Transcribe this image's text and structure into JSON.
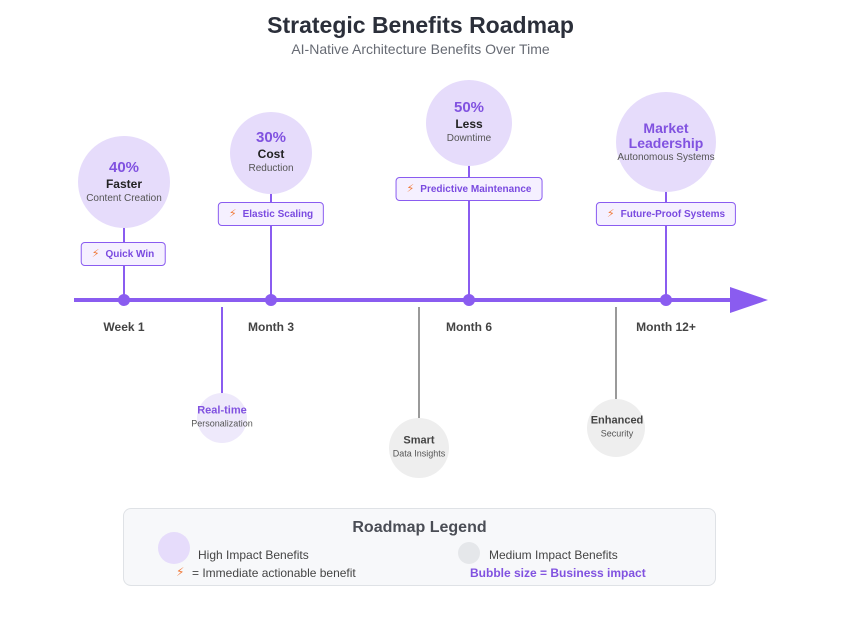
{
  "header": {
    "title": "Strategic Benefits Roadmap",
    "subtitle": "AI-Native Architecture Benefits Over Time"
  },
  "milestones": [
    {
      "label": "Week 1"
    },
    {
      "label": "Month 3"
    },
    {
      "label": "Month 6"
    },
    {
      "label": "Month 12+"
    }
  ],
  "high_benefits": [
    {
      "metric": "40%",
      "word": "Faster",
      "desc": "Content Creation",
      "tag": "Quick Win"
    },
    {
      "metric": "30%",
      "word": "Cost",
      "desc": "Reduction",
      "tag": "Elastic Scaling"
    },
    {
      "metric": "50%",
      "word": "Less",
      "desc": "Downtime",
      "tag": "Predictive Maintenance"
    },
    {
      "metric_line1": "Market",
      "metric_line2": "Leadership",
      "desc": "Autonomous Systems",
      "tag": "Future-Proof Systems"
    }
  ],
  "medium_benefits": [
    {
      "title": "Real-time",
      "desc": "Personalization"
    },
    {
      "title": "Smart",
      "desc": "Data Insights"
    },
    {
      "title": "Enhanced",
      "desc": "Security"
    }
  ],
  "legend": {
    "title": "Roadmap Legend",
    "high": "High Impact Benefits",
    "medium": "Medium Impact Benefits",
    "actionable": "= Immediate actionable benefit",
    "bubble_note": "Bubble size = Business impact"
  },
  "icons": {
    "tag_icon": "lightning-bolt-icon",
    "timeline_arrow": "arrow-right-icon"
  },
  "colors": {
    "accent": "#8152e0",
    "timeline": "#8a5cf0",
    "high_bubble": "#e6dcfb",
    "medium_bubble": "#eeeeee",
    "bolt": "#f07a3a"
  }
}
